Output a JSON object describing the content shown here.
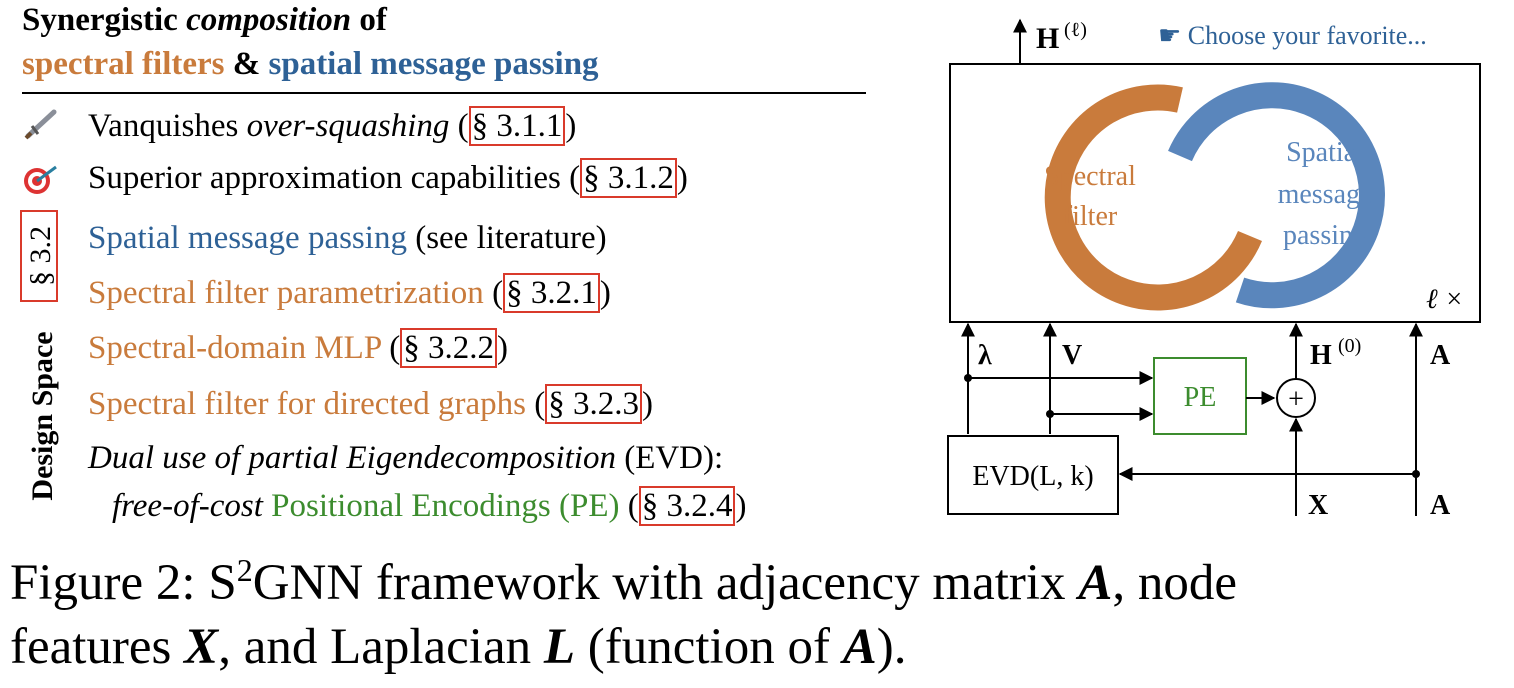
{
  "left": {
    "title": {
      "part1_bold": "Synergistic ",
      "part1_italic": "composition",
      "part1_end": " of",
      "spectral": "spectral filters",
      "amp": " & ",
      "spatial": "spatial message passing"
    },
    "items": [
      {
        "text_plain": "Vanquishes ",
        "text_italic": "over-squashing",
        "ref": "§ 3.1.1",
        "icon": "sword-icon"
      },
      {
        "text_plain": "Superior approximation capabilities ",
        "ref": "§ 3.1.2",
        "icon": "target-icon"
      },
      {
        "text_colored": "Spatial message passing",
        "text_plain": " (see literature)"
      },
      {
        "text_colored": "Spectral filter parametrization",
        "ref": "§ 3.2.1"
      },
      {
        "text_colored": "Spectral-domain MLP",
        "ref": "§ 3.2.2"
      },
      {
        "text_colored": "Spectral filter for directed graphs",
        "ref": "§ 3.2.3"
      },
      {
        "text_italic": "Dual use of partial Eigendecomposition",
        "text_plain": " (EVD):"
      },
      {
        "text_italic": "free-of-cost",
        "text_colored": "Positional Encodings (PE)",
        "ref": "§ 3.2.4"
      }
    ],
    "design_space": {
      "label": "Design Space",
      "ref": "§ 3.2"
    }
  },
  "diagram": {
    "output_label": "H",
    "output_sup": "(ℓ)",
    "favorite_hint": "☛ Choose your favorite...",
    "spectral_label": [
      "Spectral",
      "filter"
    ],
    "spatial_label": [
      "Spatial",
      "message",
      "passing"
    ],
    "repeat": "ℓ ×",
    "inputs": {
      "lambda": "λ",
      "V": "V",
      "H0": "H",
      "H0_sup": "(0)",
      "A": "A"
    },
    "pe": "PE",
    "plus": "+",
    "evd": "EVD(L, k)",
    "bottom": {
      "X": "X",
      "A": "A"
    },
    "colors": {
      "spectral": "#C97B3C",
      "spatial": "#5A86BC",
      "pe": "#3C8C2E",
      "ref_box": "#D93A2B"
    }
  },
  "caption": {
    "line1_a": "Figure 2:  S",
    "line1_sup": "2",
    "line1_b": "GNN framework with adjacency matrix ",
    "A": "A",
    "line1_c": ", node",
    "line2_a": "features ",
    "X": "X",
    "line2_b": ", and Laplacian ",
    "L": "L",
    "line2_c": " (function of ",
    "A2": "A",
    "line2_d": ")."
  }
}
